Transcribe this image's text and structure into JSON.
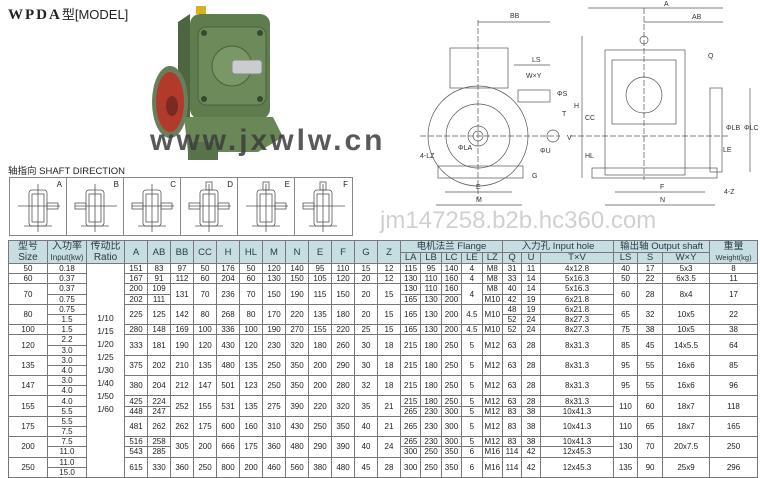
{
  "title": {
    "model": "WPDA",
    "suffix": "型[MODEL]"
  },
  "shaft_direction": {
    "title": "轴指向  SHAFT DIRECTION",
    "labels": [
      "A",
      "B",
      "C",
      "D",
      "E",
      "F"
    ],
    "in_mark": "入",
    "out_mark": "出"
  },
  "drawing_labels": {
    "BB": "BB",
    "LS": "LS",
    "WxY": "W×Y",
    "S": "ΦS",
    "T": "T",
    "V": "V",
    "U": "ΦU",
    "H": "H",
    "CC": "CC",
    "HL": "HL",
    "G": "G",
    "E": "E",
    "M": "M",
    "LZ": "4-LZ",
    "LA": "ΦLA",
    "A": "A",
    "AB": "AB",
    "Q": "Q",
    "LB": "ΦLB",
    "LC": "ΦLC",
    "LE": "LE",
    "F": "F",
    "N": "N",
    "Z": "4-Z"
  },
  "table": {
    "headers": {
      "size": "型号",
      "size_en": "Size",
      "input": "入功率",
      "input_en": "Input(kw)",
      "ratio": "传动比",
      "ratio_en": "Ratio",
      "dims": [
        "A",
        "AB",
        "BB",
        "CC",
        "H",
        "HL",
        "M",
        "N",
        "E",
        "F",
        "G",
        "Z"
      ],
      "flange": "电机法兰 Flange",
      "flange_cols": [
        "LA",
        "LB",
        "LC",
        "LE",
        "LZ"
      ],
      "input_hole": "入力孔 Input hole",
      "input_hole_cols": [
        "Q",
        "U",
        "T×V"
      ],
      "output_shaft": "输出轴 Output shaft",
      "output_cols": [
        "LS",
        "S",
        "W×Y"
      ],
      "weight": "重量",
      "weight_en": "Weight(kg)"
    },
    "ratios": [
      "1/10",
      "1/15",
      "1/20",
      "1/25",
      "1/30",
      "1/40",
      "1/50",
      "1/60"
    ],
    "rows": [
      [
        "50",
        "0.18",
        "151",
        "83",
        "97",
        "50",
        "176",
        "50",
        "120",
        "140",
        "95",
        "110",
        "15",
        "12",
        "115",
        "95",
        "140",
        "4",
        "M8",
        "31",
        "11",
        "4x12.8",
        "40",
        "17",
        "5x3",
        "8"
      ],
      [
        "60",
        "0.37",
        "167",
        "91",
        "112",
        "60",
        "204",
        "60",
        "130",
        "150",
        "105",
        "120",
        "20",
        "12",
        "130",
        "110",
        "160",
        "4",
        "M8",
        "33",
        "14",
        "5x16.3",
        "50",
        "22",
        "6x3.5",
        "11"
      ],
      [
        [
          "70",
          2
        ],
        "0.37",
        "200",
        "109",
        [
          "131",
          2
        ],
        [
          "70",
          2
        ],
        [
          "236",
          2
        ],
        [
          "70",
          2
        ],
        [
          "150",
          2
        ],
        [
          "190",
          2
        ],
        [
          "115",
          2
        ],
        [
          "150",
          2
        ],
        [
          "20",
          2
        ],
        [
          "15",
          2
        ],
        "130",
        "110",
        "160",
        [
          "4",
          2
        ],
        "M8",
        "40",
        "14",
        "5x16.3",
        [
          "60",
          2
        ],
        [
          "28",
          2
        ],
        [
          "8x4",
          2
        ],
        [
          "17",
          2
        ]
      ],
      [
        "0.75",
        "202",
        "111",
        "165",
        "130",
        "200",
        "M10",
        "42",
        "19",
        "6x21.8"
      ],
      [
        [
          "80",
          2
        ],
        "0.75",
        [
          "225",
          2
        ],
        [
          "125",
          2
        ],
        [
          "142",
          2
        ],
        [
          "80",
          2
        ],
        [
          "268",
          2
        ],
        [
          "80",
          2
        ],
        [
          "170",
          2
        ],
        [
          "220",
          2
        ],
        [
          "135",
          2
        ],
        [
          "180",
          2
        ],
        [
          "20",
          2
        ],
        [
          "15",
          2
        ],
        [
          "165",
          2
        ],
        [
          "130",
          2
        ],
        [
          "200",
          2
        ],
        [
          "4.5",
          2
        ],
        [
          "M10",
          2
        ],
        "48",
        "19",
        "6x21.8",
        [
          "65",
          2
        ],
        [
          "32",
          2
        ],
        [
          "10x5",
          2
        ],
        [
          "22",
          2
        ]
      ],
      [
        "1.5",
        "52",
        "24",
        "8x27.3"
      ],
      [
        "100",
        "1.5",
        "280",
        "148",
        "169",
        "100",
        "336",
        "100",
        "190",
        "270",
        "155",
        "220",
        "25",
        "15",
        "165",
        "130",
        "200",
        "4.5",
        "M10",
        "52",
        "24",
        "8x27.3",
        "75",
        "38",
        "10x5",
        "38"
      ],
      [
        [
          "120",
          2
        ],
        "2.2",
        [
          "333",
          2
        ],
        [
          "181",
          2
        ],
        [
          "190",
          2
        ],
        [
          "120",
          2
        ],
        [
          "430",
          2
        ],
        [
          "120",
          2
        ],
        [
          "230",
          2
        ],
        [
          "320",
          2
        ],
        [
          "180",
          2
        ],
        [
          "260",
          2
        ],
        [
          "30",
          2
        ],
        [
          "18",
          2
        ],
        [
          "215",
          2
        ],
        [
          "180",
          2
        ],
        [
          "250",
          2
        ],
        [
          "5",
          2
        ],
        [
          "M12",
          2
        ],
        [
          "63",
          2
        ],
        [
          "28",
          2
        ],
        [
          "8x31.3",
          2
        ],
        [
          "85",
          2
        ],
        [
          "45",
          2
        ],
        [
          "14x5.5",
          2
        ],
        [
          "64",
          2
        ]
      ],
      [
        "3.0"
      ],
      [
        [
          "135",
          2
        ],
        "3.0",
        [
          "375",
          2
        ],
        [
          "202",
          2
        ],
        [
          "210",
          2
        ],
        [
          "135",
          2
        ],
        [
          "480",
          2
        ],
        [
          "135",
          2
        ],
        [
          "250",
          2
        ],
        [
          "350",
          2
        ],
        [
          "200",
          2
        ],
        [
          "290",
          2
        ],
        [
          "30",
          2
        ],
        [
          "18",
          2
        ],
        [
          "215",
          2
        ],
        [
          "180",
          2
        ],
        [
          "250",
          2
        ],
        [
          "5",
          2
        ],
        [
          "M12",
          2
        ],
        [
          "63",
          2
        ],
        [
          "28",
          2
        ],
        [
          "8x31.3",
          2
        ],
        [
          "95",
          2
        ],
        [
          "55",
          2
        ],
        [
          "16x6",
          2
        ],
        [
          "85",
          2
        ]
      ],
      [
        "4.0"
      ],
      [
        [
          "147",
          2
        ],
        "3.0",
        [
          "380",
          2
        ],
        [
          "204",
          2
        ],
        [
          "212",
          2
        ],
        [
          "147",
          2
        ],
        [
          "501",
          2
        ],
        [
          "123",
          2
        ],
        [
          "250",
          2
        ],
        [
          "350",
          2
        ],
        [
          "200",
          2
        ],
        [
          "280",
          2
        ],
        [
          "32",
          2
        ],
        [
          "18",
          2
        ],
        [
          "215",
          2
        ],
        [
          "180",
          2
        ],
        [
          "250",
          2
        ],
        [
          "5",
          2
        ],
        [
          "M12",
          2
        ],
        [
          "63",
          2
        ],
        [
          "28",
          2
        ],
        [
          "8x31.3",
          2
        ],
        [
          "95",
          2
        ],
        [
          "55",
          2
        ],
        [
          "16x6",
          2
        ],
        [
          "96",
          2
        ]
      ],
      [
        "4.0"
      ],
      [
        [
          "155",
          2
        ],
        "4.0",
        "425",
        "224",
        [
          "252",
          2
        ],
        [
          "155",
          2
        ],
        [
          "531",
          2
        ],
        [
          "135",
          2
        ],
        [
          "275",
          2
        ],
        [
          "390",
          2
        ],
        [
          "220",
          2
        ],
        [
          "320",
          2
        ],
        [
          "35",
          2
        ],
        [
          "21",
          2
        ],
        "215",
        "180",
        "250",
        "5",
        "M12",
        "63",
        "28",
        "8x31.3",
        [
          "110",
          2
        ],
        [
          "60",
          2
        ],
        [
          "18x7",
          2
        ],
        [
          "118",
          2
        ]
      ],
      [
        "5.5",
        "448",
        "247",
        "265",
        "230",
        "300",
        "5",
        "M12",
        "83",
        "38",
        "10x41.3"
      ],
      [
        [
          "175",
          2
        ],
        "5.5",
        [
          "481",
          2
        ],
        [
          "262",
          2
        ],
        [
          "262",
          2
        ],
        [
          "175",
          2
        ],
        [
          "600",
          2
        ],
        [
          "160",
          2
        ],
        [
          "310",
          2
        ],
        [
          "430",
          2
        ],
        [
          "250",
          2
        ],
        [
          "350",
          2
        ],
        [
          "40",
          2
        ],
        [
          "21",
          2
        ],
        [
          "265",
          2
        ],
        [
          "230",
          2
        ],
        [
          "300",
          2
        ],
        [
          "5",
          2
        ],
        [
          "M12",
          2
        ],
        [
          "83",
          2
        ],
        [
          "38",
          2
        ],
        [
          "10x41.3",
          2
        ],
        [
          "110",
          2
        ],
        [
          "65",
          2
        ],
        [
          "18x7",
          2
        ],
        [
          "165",
          2
        ]
      ],
      [
        "7.5"
      ],
      [
        [
          "200",
          2
        ],
        "7.5",
        "516",
        "258",
        [
          "305",
          2
        ],
        [
          "200",
          2
        ],
        [
          "666",
          2
        ],
        [
          "175",
          2
        ],
        [
          "360",
          2
        ],
        [
          "480",
          2
        ],
        [
          "290",
          2
        ],
        [
          "390",
          2
        ],
        [
          "40",
          2
        ],
        [
          "24",
          2
        ],
        "265",
        "230",
        "300",
        "5",
        "M12",
        "83",
        "38",
        "10x41.3",
        [
          "130",
          2
        ],
        [
          "70",
          2
        ],
        [
          "20x7.5",
          2
        ],
        [
          "250",
          2
        ]
      ],
      [
        "11.0",
        "543",
        "285",
        "300",
        "250",
        "350",
        "6",
        "M16",
        "114",
        "42",
        "12x45.3"
      ],
      [
        [
          "250",
          2
        ],
        "11.0",
        [
          "615",
          2
        ],
        [
          "330",
          2
        ],
        [
          "360",
          2
        ],
        [
          "250",
          2
        ],
        [
          "800",
          2
        ],
        [
          "200",
          2
        ],
        [
          "460",
          2
        ],
        [
          "560",
          2
        ],
        [
          "380",
          2
        ],
        [
          "480",
          2
        ],
        [
          "45",
          2
        ],
        [
          "28",
          2
        ],
        [
          "300",
          2
        ],
        [
          "250",
          2
        ],
        [
          "350",
          2
        ],
        [
          "6",
          2
        ],
        [
          "M16",
          2
        ],
        [
          "114",
          2
        ],
        [
          "42",
          2
        ],
        [
          "12x45.3",
          2
        ],
        [
          "135",
          2
        ],
        [
          "90",
          2
        ],
        [
          "25x9",
          2
        ],
        [
          "296",
          2
        ]
      ],
      [
        "15.0"
      ]
    ]
  },
  "watermark": {
    "line1": "www.jxwlw.cn",
    "line2": "jm147258.b2b.hc360.com"
  }
}
